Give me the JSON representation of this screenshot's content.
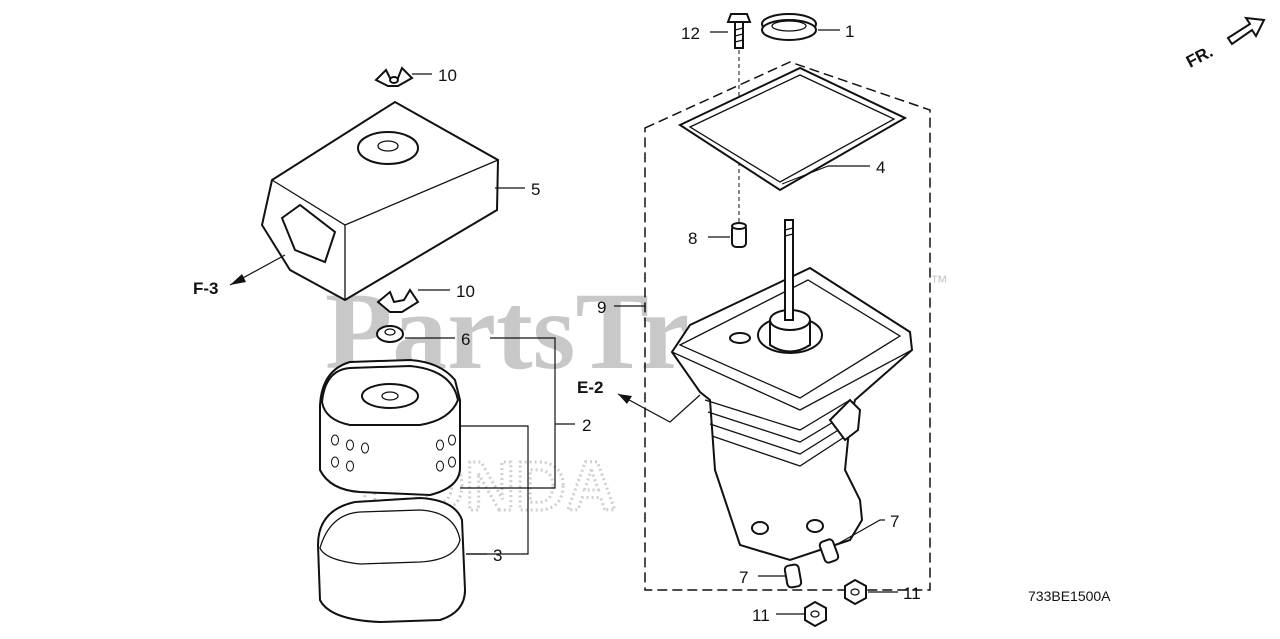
{
  "watermark": {
    "brand": "PartsTree",
    "trademark": "™",
    "background": "HONDA"
  },
  "orientation": {
    "label": "FR."
  },
  "diagram_code": "733BE1500A",
  "callouts": [
    {
      "id": "c1",
      "text": "1"
    },
    {
      "id": "c12",
      "text": "12"
    },
    {
      "id": "c10a",
      "text": "10"
    },
    {
      "id": "c5",
      "text": "5"
    },
    {
      "id": "c4",
      "text": "4"
    },
    {
      "id": "c8",
      "text": "8"
    },
    {
      "id": "c10b",
      "text": "10"
    },
    {
      "id": "c9",
      "text": "9"
    },
    {
      "id": "c6",
      "text": "6"
    },
    {
      "id": "c2",
      "text": "2"
    },
    {
      "id": "c3",
      "text": "3"
    },
    {
      "id": "c7a",
      "text": "7"
    },
    {
      "id": "c7b",
      "text": "7"
    },
    {
      "id": "c11a",
      "text": "11"
    },
    {
      "id": "c11b",
      "text": "11"
    }
  ],
  "references": [
    {
      "id": "f3",
      "text": "F-3"
    },
    {
      "id": "e2",
      "text": "E-2"
    }
  ]
}
